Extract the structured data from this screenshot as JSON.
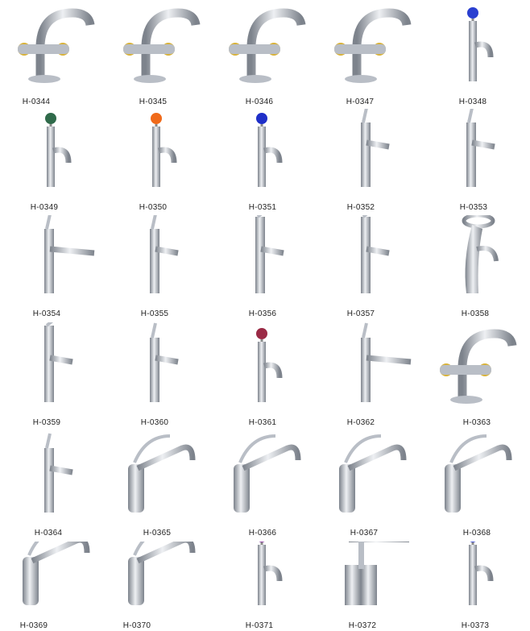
{
  "catalog": {
    "colors": {
      "chrome": "#b9bec6",
      "chrome_dark": "#7d838c",
      "gold": "#d8b23a"
    },
    "items": [
      {
        "code": "H-0344",
        "style": "cross-gold"
      },
      {
        "code": "H-0345",
        "style": "cross-gold"
      },
      {
        "code": "H-0346",
        "style": "cross-gold"
      },
      {
        "code": "H-0347",
        "style": "cross-gold"
      },
      {
        "code": "H-0348",
        "style": "knob",
        "knob": "#2a3fd0"
      },
      {
        "code": "H-0349",
        "style": "knob",
        "knob": "#2f6a4a"
      },
      {
        "code": "H-0350",
        "style": "knob",
        "knob": "#f06a1a"
      },
      {
        "code": "H-0351",
        "style": "knob",
        "knob": "#1f2fc8"
      },
      {
        "code": "H-0352",
        "style": "lever"
      },
      {
        "code": "H-0353",
        "style": "lever"
      },
      {
        "code": "H-0354",
        "style": "lever-long"
      },
      {
        "code": "H-0355",
        "style": "lever"
      },
      {
        "code": "H-0356",
        "style": "lever-top"
      },
      {
        "code": "H-0357",
        "style": "lever-top"
      },
      {
        "code": "H-0358",
        "style": "ring"
      },
      {
        "code": "H-0359",
        "style": "lever-top"
      },
      {
        "code": "H-0360",
        "style": "lever"
      },
      {
        "code": "H-0361",
        "style": "knob",
        "knob": "#9a2a45"
      },
      {
        "code": "H-0362",
        "style": "lever-long"
      },
      {
        "code": "H-0363",
        "style": "cross-gold"
      },
      {
        "code": "H-0364",
        "style": "lever"
      },
      {
        "code": "H-0365",
        "style": "kitchen"
      },
      {
        "code": "H-0366",
        "style": "kitchen"
      },
      {
        "code": "H-0367",
        "style": "kitchen"
      },
      {
        "code": "H-0368",
        "style": "kitchen"
      },
      {
        "code": "H-0369",
        "style": "kitchen"
      },
      {
        "code": "H-0370",
        "style": "kitchen"
      },
      {
        "code": "H-0371",
        "style": "knob",
        "knob": "#8a3aa0"
      },
      {
        "code": "H-0372",
        "style": "square"
      },
      {
        "code": "H-0373",
        "style": "knob",
        "knob": "#3a4ad0"
      }
    ]
  }
}
